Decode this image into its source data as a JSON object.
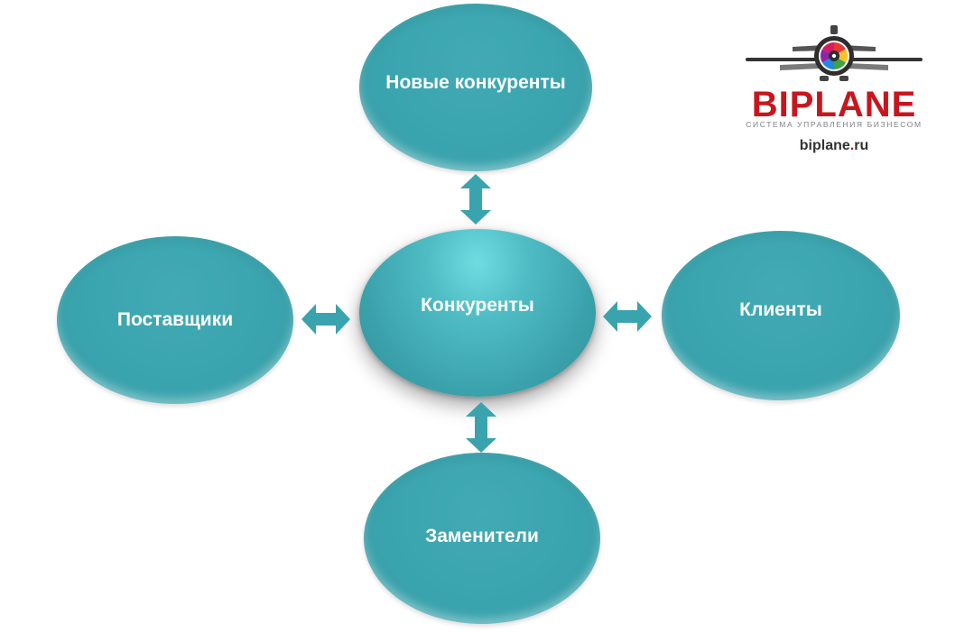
{
  "diagram": {
    "nodes": {
      "top": "Новые конкуренты",
      "center": "Конкуренты",
      "left": "Поставщики",
      "right": "Клиенты",
      "bottom": "Заменители"
    },
    "colors": {
      "node": "#3aa4ae",
      "center_highlight": "#6fdce2",
      "arrow": "#3aa4ae",
      "text": "#ffffff"
    },
    "arrows": [
      "top-center",
      "left-center",
      "center-right",
      "center-bottom"
    ]
  },
  "logo": {
    "wordmark": "BIPLANE",
    "tagline": "СИСТЕМА УПРАВЛЕНИЯ БИЗНЕСОМ",
    "url_name": "biplane",
    "url_dot": ".",
    "url_tld": "ru",
    "colors": {
      "wordmark": "#c8161d",
      "propeller": "#333333",
      "tagline": "#808080"
    },
    "icon": "biplane-icon"
  }
}
